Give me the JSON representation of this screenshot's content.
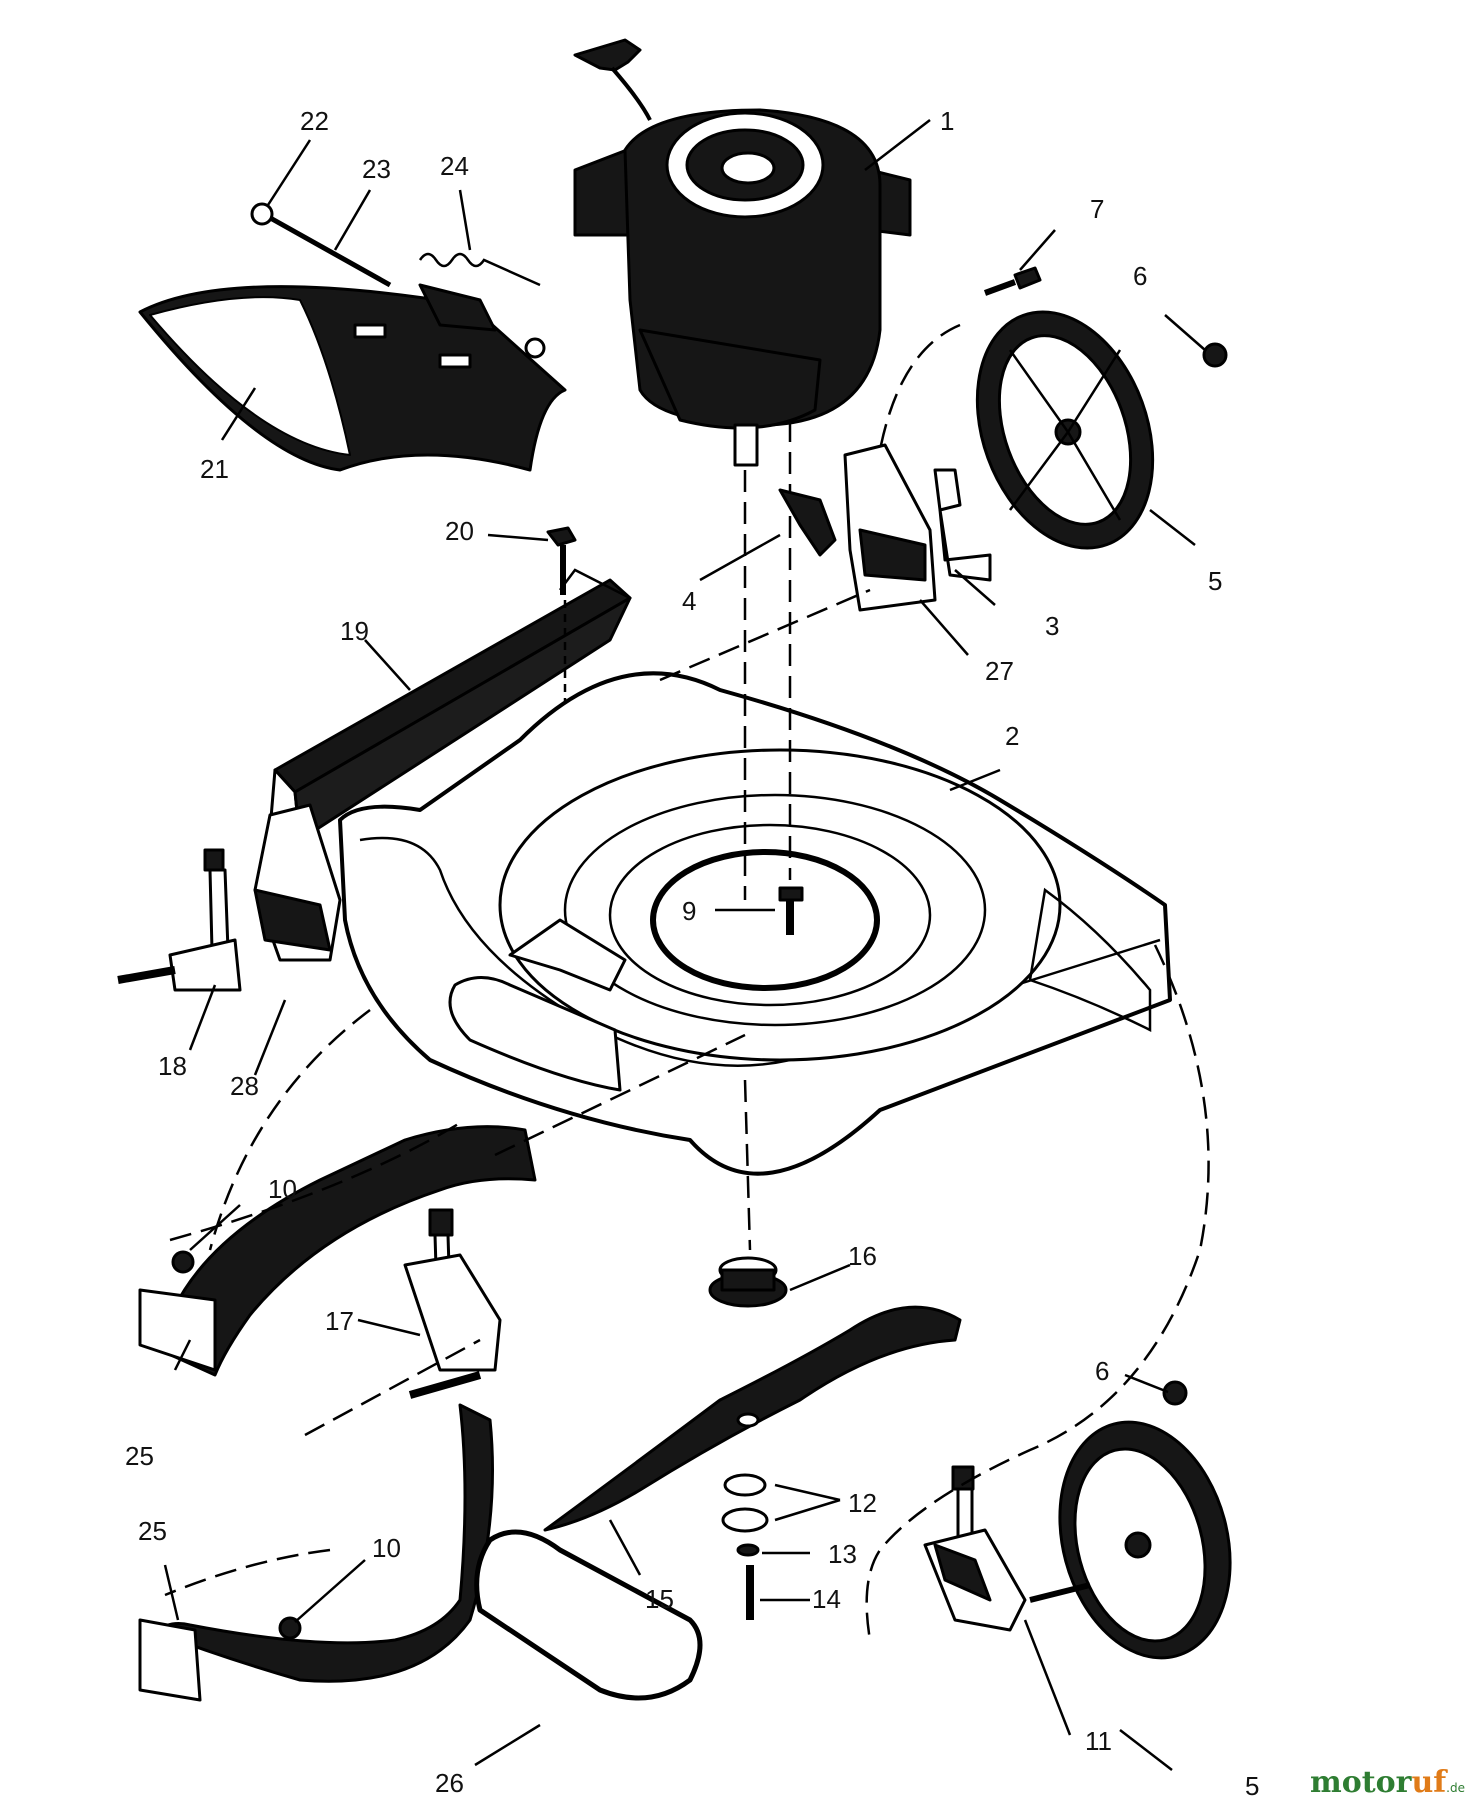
{
  "diagram": {
    "callouts": [
      {
        "id": "c1",
        "text": "1"
      },
      {
        "id": "c2",
        "text": "2"
      },
      {
        "id": "c3",
        "text": "3"
      },
      {
        "id": "c4",
        "text": "4"
      },
      {
        "id": "c5a",
        "text": "5"
      },
      {
        "id": "c5b",
        "text": "5"
      },
      {
        "id": "c6a",
        "text": "6"
      },
      {
        "id": "c6b",
        "text": "6"
      },
      {
        "id": "c7",
        "text": "7"
      },
      {
        "id": "c9",
        "text": "9"
      },
      {
        "id": "c10a",
        "text": "10"
      },
      {
        "id": "c10b",
        "text": "10"
      },
      {
        "id": "c11",
        "text": "11"
      },
      {
        "id": "c12",
        "text": "12"
      },
      {
        "id": "c13",
        "text": "13"
      },
      {
        "id": "c14",
        "text": "14"
      },
      {
        "id": "c15",
        "text": "15"
      },
      {
        "id": "c16",
        "text": "16"
      },
      {
        "id": "c17",
        "text": "17"
      },
      {
        "id": "c18",
        "text": "18"
      },
      {
        "id": "c19",
        "text": "19"
      },
      {
        "id": "c20",
        "text": "20"
      },
      {
        "id": "c21",
        "text": "21"
      },
      {
        "id": "c22",
        "text": "22"
      },
      {
        "id": "c23",
        "text": "23"
      },
      {
        "id": "c24",
        "text": "24"
      },
      {
        "id": "c25a",
        "text": "25"
      },
      {
        "id": "c25b",
        "text": "25"
      },
      {
        "id": "c26",
        "text": "26"
      },
      {
        "id": "c27",
        "text": "27"
      },
      {
        "id": "c28",
        "text": "28"
      }
    ]
  },
  "watermark": {
    "part1": "motor",
    "part2": "uf",
    "suffix": ".de"
  },
  "colors": {
    "ink": "#111111",
    "watermark_green": "#2e7d32",
    "watermark_orange": "#e07b18"
  }
}
